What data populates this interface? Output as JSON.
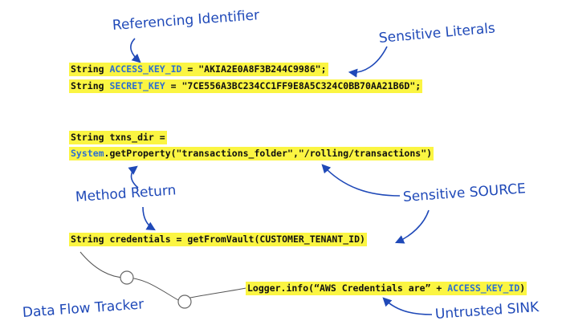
{
  "colors": {
    "highlight": "#fbf542",
    "identifier": "#2d6fd1",
    "annotation": "#1f49b8",
    "flow_line": "#555555"
  },
  "annotations": {
    "referencing_identifier": "Referencing Identifier",
    "sensitive_literals": "Sensitive Literals",
    "method_return": "Method Return",
    "sensitive_source": "Sensitive SOURCE",
    "data_flow_tracker": "Data Flow Tracker",
    "untrusted_sink": "Untrusted SINK"
  },
  "code": {
    "line1": {
      "type": "String ",
      "ident": "ACCESS_KEY_ID",
      "rest": " = \"AKIA2E0A8F3B244C9986\";"
    },
    "line2": {
      "type": "String ",
      "ident": "SECRET_KEY",
      "rest": " = \"7CE556A3BC234CC1FF9E8A5C324C0BB70AA21B6D\";"
    },
    "line3": "String txns_dir =",
    "line4": {
      "sys": "System",
      "rest": ".getProperty(\"transactions_folder\",\"/rolling/transactions\")"
    },
    "line5": "String credentials = getFromVault(CUSTOMER_TENANT_ID)",
    "line6": {
      "prefix": "Logger.info(“AWS Credentials are” + ",
      "ident": "ACCESS_KEY_ID",
      "suffix": ")"
    }
  },
  "icons": [
    "arrow-icon",
    "flow-node-icon"
  ]
}
